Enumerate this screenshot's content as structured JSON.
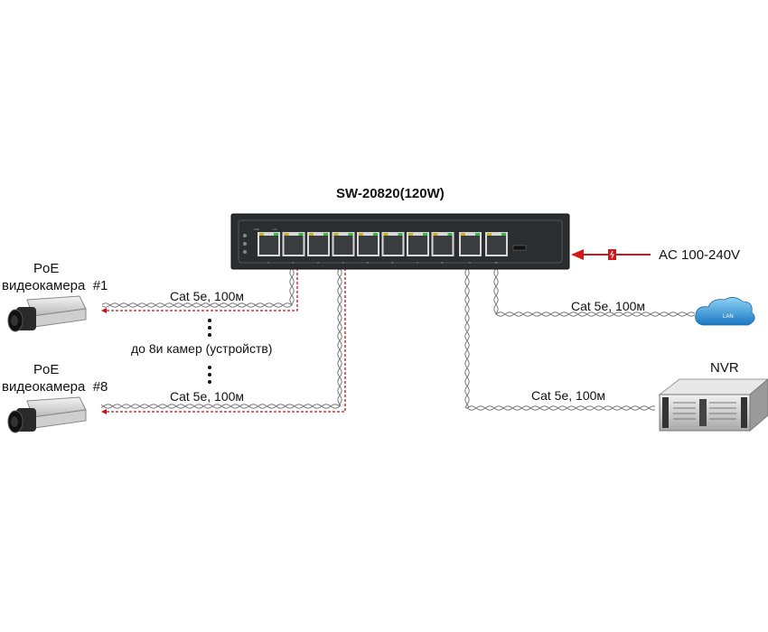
{
  "switch": {
    "model": "SW-20820(120W)",
    "poe_ports": [
      "1",
      "2",
      "3",
      "4",
      "5",
      "6",
      "7",
      "8"
    ],
    "uplink_ports": [
      "9",
      "10"
    ],
    "led_label_poe": "PoE",
    "led_label_link": "L/A"
  },
  "power": {
    "label": "AC 100-240V",
    "arrow_color": "#d0191c"
  },
  "cameras": [
    {
      "line1": "PoE",
      "line2": "видеокамера  #1",
      "cable": "Cat 5e, 100м"
    },
    {
      "line1": "PoE",
      "line2": "видеокамера  #8",
      "cable": "Cat 5e, 100м"
    }
  ],
  "camera_note": "до 8и камер (устройств)",
  "lan": {
    "label": "LAN",
    "cable": "Cat 5e, 100м"
  },
  "nvr": {
    "label": "NVR",
    "cable": "Cat 5e, 100м"
  },
  "colors": {
    "poe_line": "#c0141a",
    "cable": "#7a7a7a",
    "switch_body": "#2b2e30",
    "cloud": "#2a8fd0"
  }
}
